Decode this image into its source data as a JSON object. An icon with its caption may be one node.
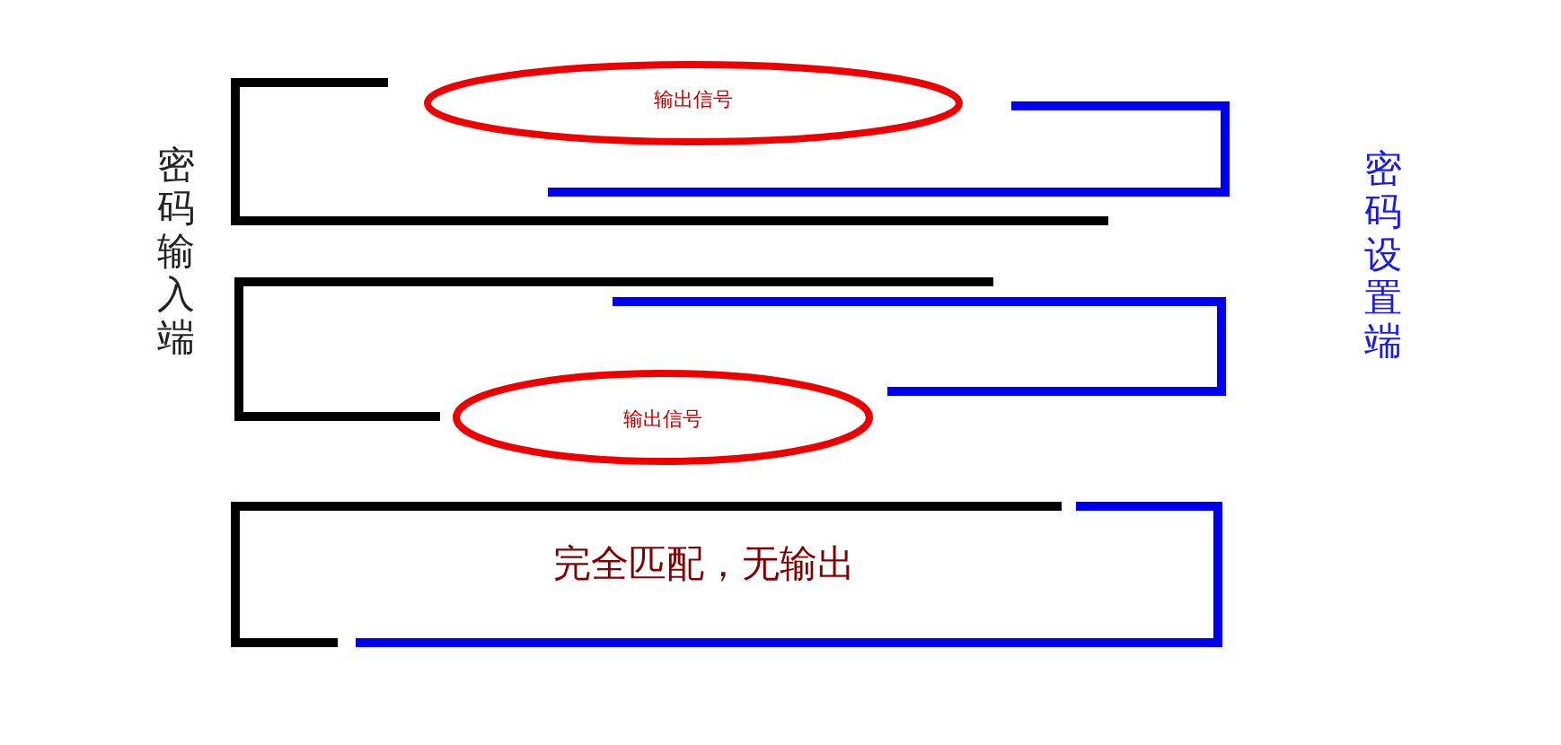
{
  "diagram": {
    "nodes": [
      {
        "text": [
          "输出信号"
        ]
      },
      {
        "text": [
          "输出信号"
        ]
      }
    ],
    "labels": [
      "密码输入端",
      "密码设置端",
      "完全匹配，无输出"
    ]
  }
}
